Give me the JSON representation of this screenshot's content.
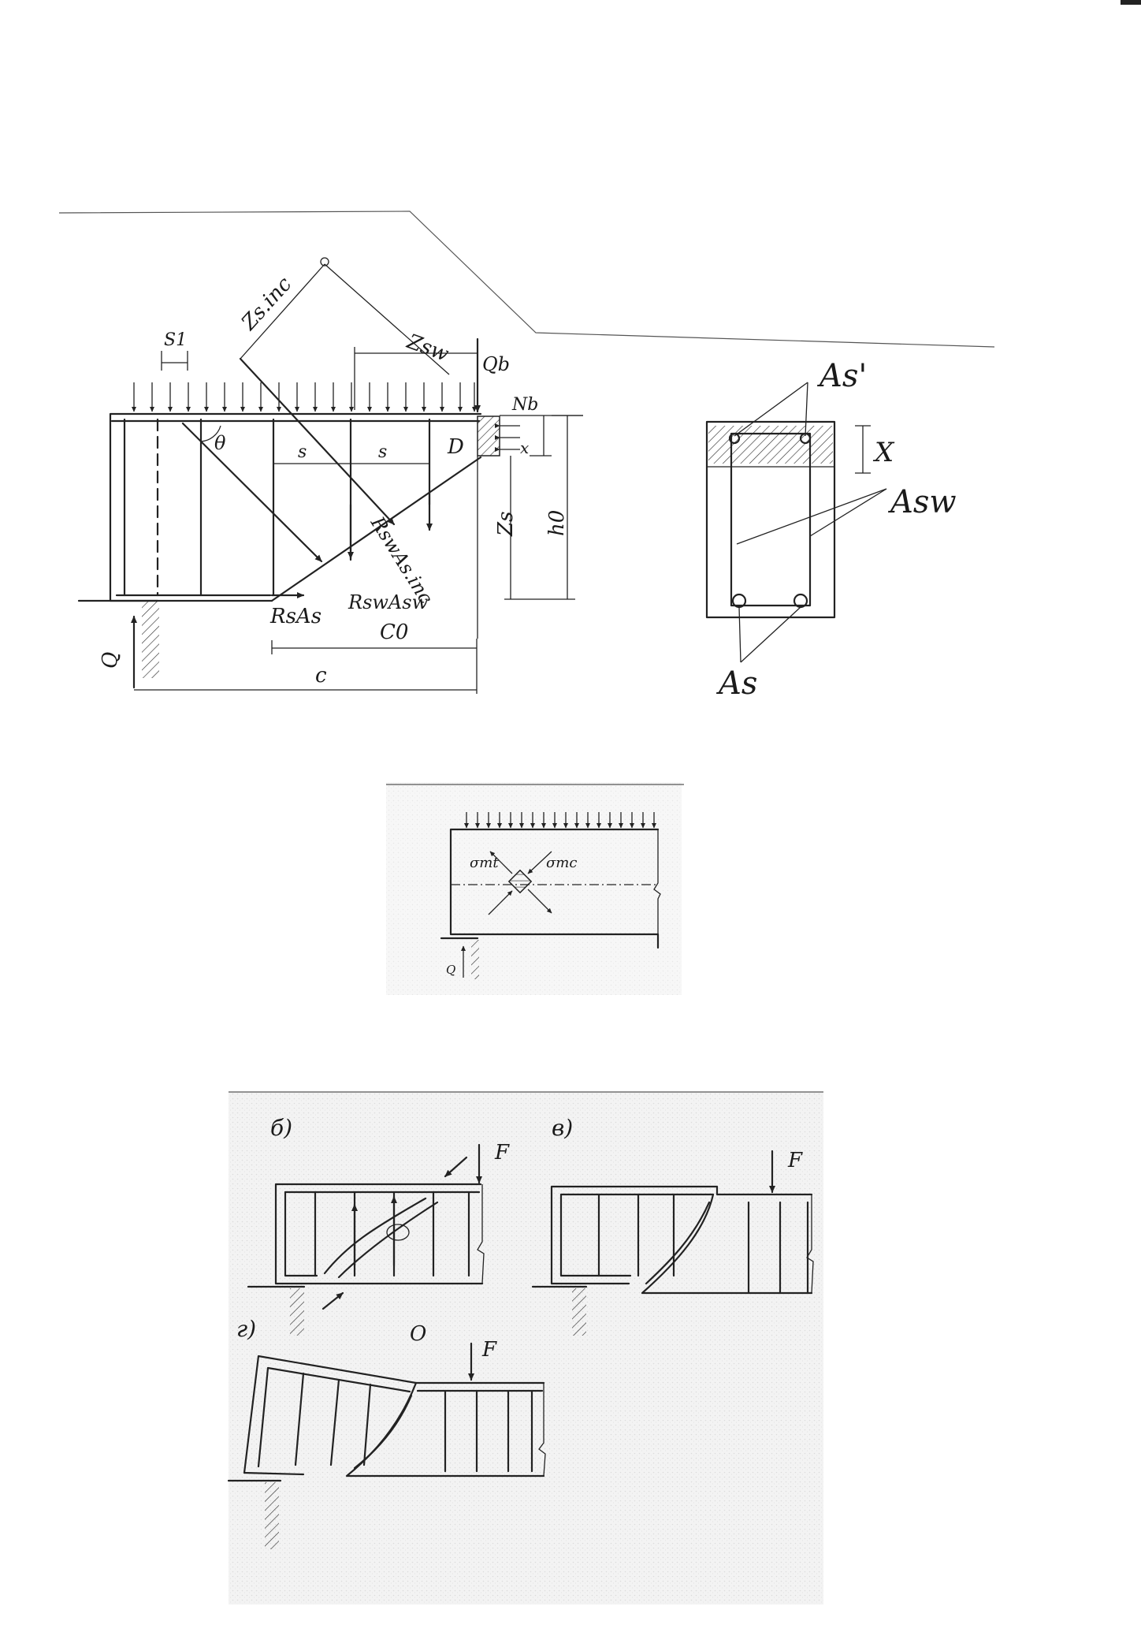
{
  "figure1": {
    "labels": {
      "s1": "S1",
      "theta": "θ",
      "s_left": "s",
      "s_right": "s",
      "D": "D",
      "zs_inc": "Zs.inc",
      "zsw": "Zsw",
      "Qb": "Qb",
      "Nb": "Nb",
      "x": "x",
      "zs": "Zs",
      "h0": "h0",
      "Rsw_As_inc": "RswAs.inc",
      "Rs_As": "RsAs",
      "Rsw_Asw": "RswAsw",
      "c0": "C0",
      "c": "c",
      "Q": "Q"
    }
  },
  "section": {
    "labels": {
      "As_prime": "As'",
      "x": "X",
      "Asw": "Asw",
      "As": "As"
    }
  },
  "figure2": {
    "labels": {
      "sigma_mt": "σmt",
      "sigma_mc": "σmc",
      "Q": "Q"
    }
  },
  "figure3": {
    "labels": {
      "b": "б)",
      "v": "в)",
      "g": "г)",
      "F_b": "F",
      "F_v": "F",
      "F_g": "F",
      "O": "O"
    }
  }
}
